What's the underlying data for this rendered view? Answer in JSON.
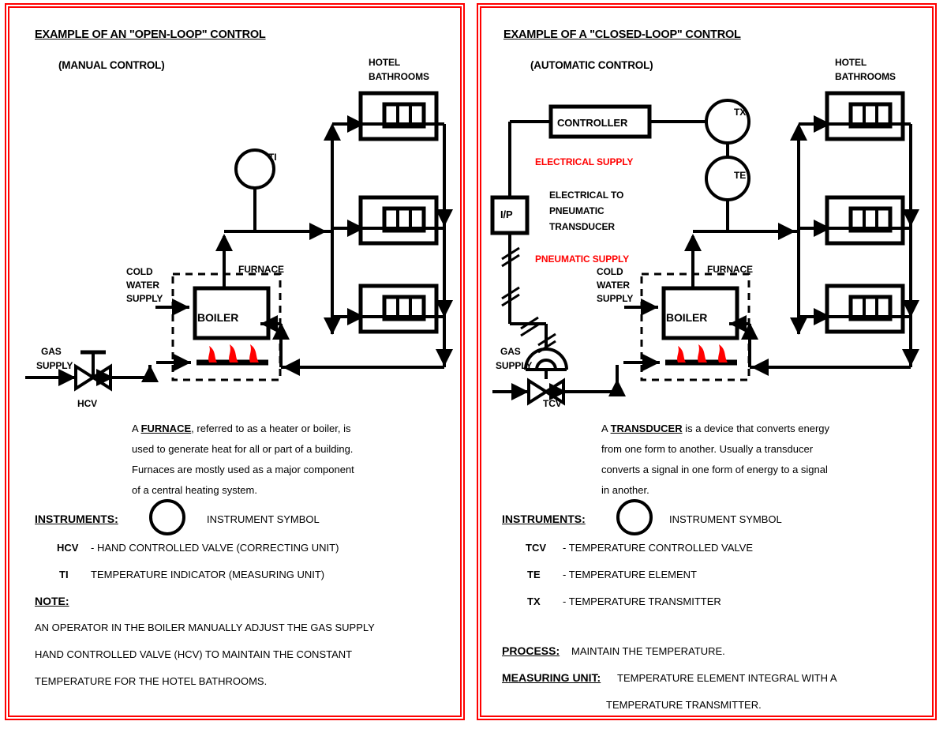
{
  "document": {
    "type": "control-system-diagram-sheet",
    "border_color": "#ff0000",
    "accent_color": "#ff0000"
  },
  "left_panel": {
    "title": "EXAMPLE OF AN \"OPEN-LOOP\" CONTROL",
    "subtitle": "(MANUAL CONTROL)",
    "diagram_labels": {
      "hotel": "HOTEL",
      "bathrooms": "BATHROOMS",
      "ti": "TI",
      "cold": "COLD",
      "water": "WATER",
      "supply": "SUPPLY",
      "furnace": "FURNACE",
      "boiler": "BOILER",
      "gas": "GAS",
      "gas_supply": "SUPPLY",
      "hcv": "HCV"
    },
    "description": [
      {
        "lead": "A ",
        "term": "FURNACE",
        "rest": ", referred to as a heater or boiler, is"
      },
      {
        "lead": "",
        "term": "",
        "rest": "used to generate heat for all or part of a building."
      },
      {
        "lead": "",
        "term": "",
        "rest": "Furnaces are mostly used as a major component"
      },
      {
        "lead": "",
        "term": "",
        "rest": "of a central heating system."
      }
    ],
    "instruments": {
      "heading": "INSTRUMENTS:",
      "symbol_caption": "INSTRUMENT SYMBOL",
      "rows": [
        {
          "tag": "HCV",
          "desc": "- HAND CONTROLLED VALVE  (CORRECTING UNIT)"
        },
        {
          "tag": "TI",
          "desc": "TEMPERATURE INDICATOR     (MEASURING UNIT)"
        }
      ]
    },
    "note": {
      "heading": "NOTE:",
      "lines": [
        "AN OPERATOR IN THE BOILER MANUALLY ADJUST THE GAS SUPPLY",
        "HAND CONTROLLED VALVE (HCV) TO MAINTAIN THE CONSTANT",
        "TEMPERATURE FOR THE HOTEL BATHROOMS."
      ]
    }
  },
  "right_panel": {
    "title": "EXAMPLE OF A \"CLOSED-LOOP\" CONTROL",
    "subtitle": "(AUTOMATIC CONTROL)",
    "diagram_labels": {
      "hotel": "HOTEL",
      "bathrooms": "BATHROOMS",
      "controller": "CONTROLLER",
      "tx": "TX",
      "te": "TE",
      "electrical_supply": "ELECTRICAL SUPPLY",
      "transducer_l1": "ELECTRICAL TO",
      "transducer_l2": "PNEUMATIC",
      "transducer_l3": "TRANSDUCER",
      "ip": "I/P",
      "pneumatic_supply": "PNEUMATIC SUPPLY",
      "cold": "COLD",
      "water": "WATER",
      "supply": "SUPPLY",
      "furnace": "FURNACE",
      "boiler": "BOILER",
      "gas": "GAS",
      "gas_supply": "SUPPLY",
      "tcv": "TCV"
    },
    "description": [
      {
        "lead": "A ",
        "term": "TRANSDUCER",
        "rest": " is a device that converts energy"
      },
      {
        "lead": "",
        "term": "",
        "rest": "from one form to another. Usually a transducer"
      },
      {
        "lead": "",
        "term": "",
        "rest": "converts a signal in one form of energy to a signal"
      },
      {
        "lead": "",
        "term": "",
        "rest": "in another."
      }
    ],
    "instruments": {
      "heading": "INSTRUMENTS:",
      "symbol_caption": "INSTRUMENT SYMBOL",
      "rows": [
        {
          "tag": "TCV",
          "desc": "- TEMPERATURE CONTROLLED VALVE"
        },
        {
          "tag": "TE",
          "desc": "- TEMPERATURE ELEMENT"
        },
        {
          "tag": "TX",
          "desc": "- TEMPERATURE TRANSMITTER"
        }
      ]
    },
    "process": {
      "heading": "PROCESS:",
      "value": "MAINTAIN THE TEMPERATURE."
    },
    "measuring_unit": {
      "heading": "MEASURING UNIT:",
      "line1": "TEMPERATURE ELEMENT INTEGRAL WITH A",
      "line2": "TEMPERATURE TRANSMITTER."
    }
  }
}
